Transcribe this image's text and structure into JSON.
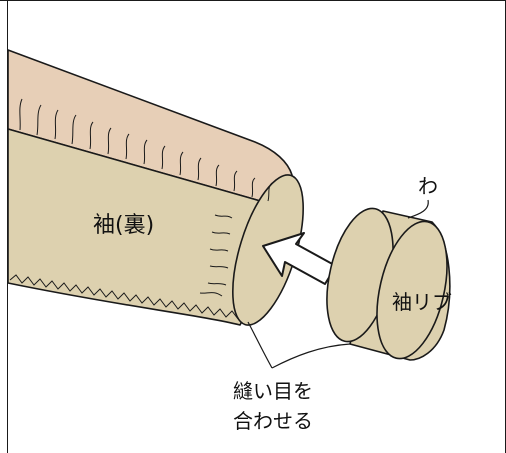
{
  "labels": {
    "sleeve": "袖(裏)",
    "fold": "わ",
    "cuff": "袖リブ",
    "instruction_line1": "縫い目を",
    "instruction_line2": "合わせる"
  },
  "colors": {
    "sleeve_outer": "#e7cfb7",
    "sleeve_inner": "#ddd1af",
    "cuff": "#ddd1af",
    "line": "#1a1a1a",
    "arrow_fill": "#ffffff"
  },
  "icons": {
    "direction_arrow": "arrow-up-left-icon"
  }
}
